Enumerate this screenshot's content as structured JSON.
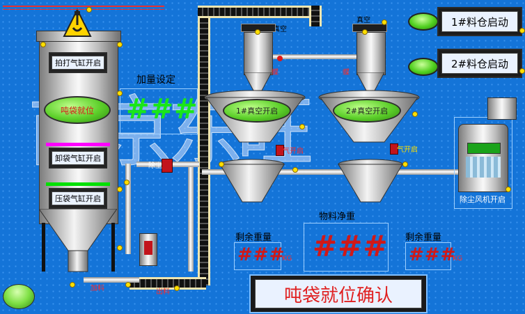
{
  "top_right_buttons": [
    {
      "label": "1#料仓启动"
    },
    {
      "label": "2#料仓启动"
    }
  ],
  "left_station": {
    "beat_cylinder": "拍打气缸开启",
    "bag_in_place": "吨袋就位",
    "lower_bag_cylinder": "卸袋气缸开启",
    "press_bag_cylinder": "压袋气缸开启"
  },
  "dosing": {
    "title": "加量设定",
    "value": "###"
  },
  "vacuum": {
    "top_label_left": "真空",
    "top_label_right": "真空",
    "butterfly_left": "蝶",
    "butterfly_right": "蝶",
    "vac1": "1#真空开启",
    "vac2": "2#真空开启"
  },
  "mid_labels": {
    "dust_left": "除尘",
    "valve_left": "气开启",
    "valve_right": "气开启",
    "dust_collector": "除尘风机开启",
    "feed": "加料",
    "discharge": "出料"
  },
  "weights": {
    "net_title": "物料净重",
    "net_value": "###",
    "left_title": "剩余重量",
    "left_value": "###",
    "left_unit": "KG",
    "right_title": "剩余重量",
    "right_value": "###",
    "right_unit": "KG"
  },
  "confirm_button": "吨袋就位确认",
  "watermark": "南京东旺"
}
